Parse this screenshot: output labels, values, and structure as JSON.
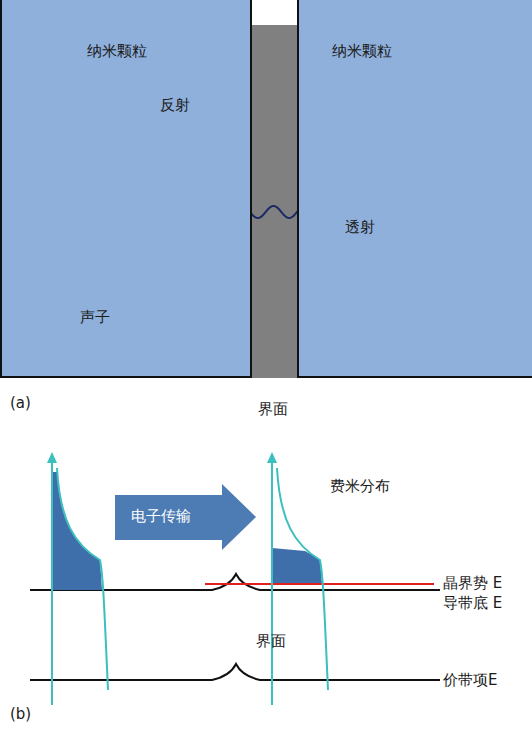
{
  "diagram": {
    "nodes": [
      {
        "text": [
          "纳米颗粒"
        ]
      },
      {
        "text": [
          "纳米颗粒"
        ]
      }
    ],
    "labels": [
      "反射",
      "透射",
      "声子",
      "(a)",
      "界面",
      "电子传输",
      "费米分布",
      "晶界势 E",
      "导带底 E",
      "界面",
      "价带项E",
      "(b)"
    ]
  }
}
